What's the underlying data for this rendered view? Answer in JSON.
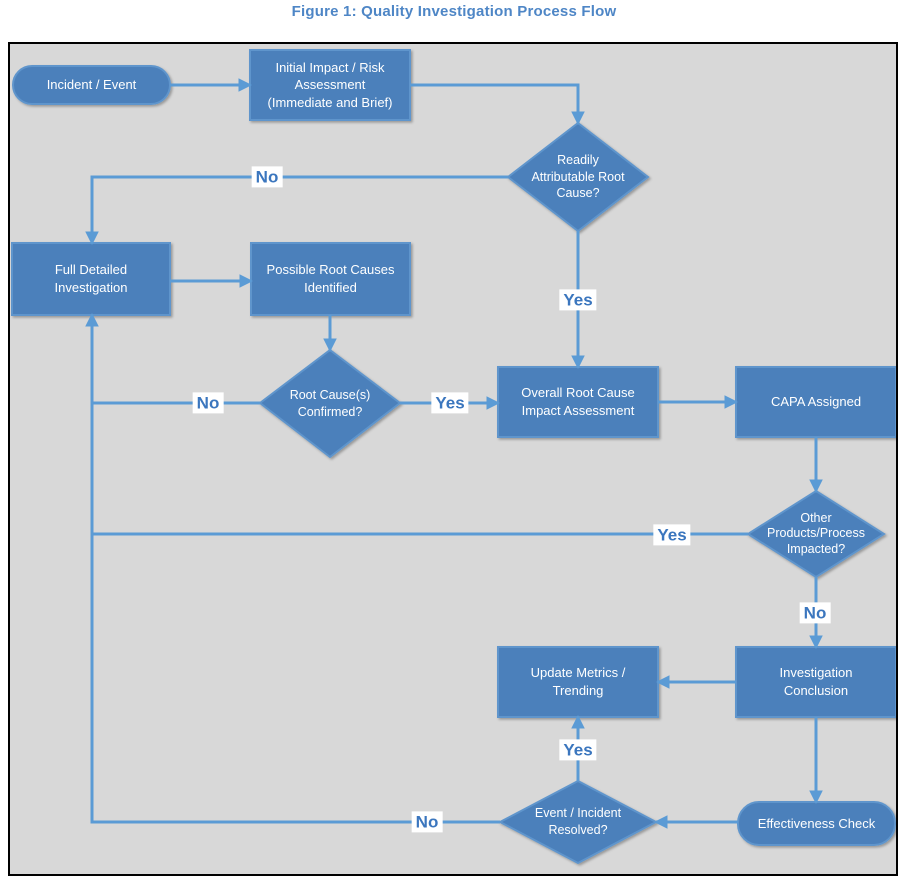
{
  "title": "Figure 1: Quality Investigation Process Flow",
  "colors": {
    "title_text": "#4E86C6",
    "node_fill": "#4C80BB",
    "node_border": "#5F95CC",
    "node_text": "#FFFFFF",
    "connector": "#5B9BD5",
    "decision_label": "#3B76BE",
    "canvas_bg": "#D8D8D8",
    "canvas_border": "#000000"
  },
  "nodes": {
    "incident_event": "Incident / Event",
    "initial_impact": "Initial Impact / Risk\nAssessment\n(Immediate and Brief)",
    "readily_attributable": "Readily\nAttributable Root\nCause?",
    "full_detailed": "Full Detailed\nInvestigation",
    "possible_root_causes": "Possible Root Causes\nIdentified",
    "root_causes_confirmed": "Root Cause(s)\nConfirmed?",
    "overall_root_cause": "Overall Root Cause\nImpact Assessment",
    "capa_assigned": "CAPA Assigned",
    "other_products": "Other\nProducts/Process\nImpacted?",
    "update_metrics": "Update Metrics /\nTrending",
    "investigation_conclusion": "Investigation\nConclusion",
    "effectiveness_check": "Effectiveness Check",
    "event_resolved": "Event / Incident\nResolved?"
  },
  "edge_labels": {
    "readily_no": "No",
    "readily_yes": "Yes",
    "confirmed_no": "No",
    "confirmed_yes": "Yes",
    "other_yes": "Yes",
    "other_no": "No",
    "resolved_yes": "Yes",
    "resolved_no": "No"
  }
}
